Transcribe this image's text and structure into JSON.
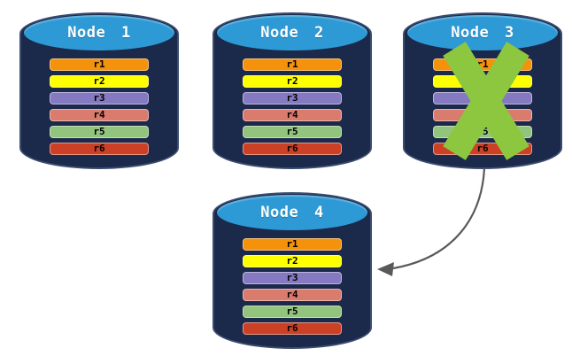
{
  "colors": {
    "cylinder_body": "#1B294B",
    "cylinder_outline": "#3A4C70",
    "cylinder_top": "#2E9AD5",
    "title_text": "#FFFFFF",
    "row_text": "#000000",
    "failure_x": "#8DC63F",
    "arrow": "#595959"
  },
  "nodes": [
    {
      "label": "Node 1",
      "failed": false,
      "rows": [
        {
          "label": "r1",
          "color": "#F5920B"
        },
        {
          "label": "r2",
          "color": "#FFFF00"
        },
        {
          "label": "r3",
          "color": "#8579C1"
        },
        {
          "label": "r4",
          "color": "#D97B6D"
        },
        {
          "label": "r5",
          "color": "#93C47D"
        },
        {
          "label": "r6",
          "color": "#CC4125"
        }
      ]
    },
    {
      "label": "Node 2",
      "failed": false,
      "rows": [
        {
          "label": "r1",
          "color": "#F5920B"
        },
        {
          "label": "r2",
          "color": "#FFFF00"
        },
        {
          "label": "r3",
          "color": "#8579C1"
        },
        {
          "label": "r4",
          "color": "#D97B6D"
        },
        {
          "label": "r5",
          "color": "#93C47D"
        },
        {
          "label": "r6",
          "color": "#CC4125"
        }
      ]
    },
    {
      "label": "Node 3",
      "failed": true,
      "rows": [
        {
          "label": "r1",
          "color": "#F5920B"
        },
        {
          "label": "r2",
          "color": "#FFFF00"
        },
        {
          "label": "r3",
          "color": "#8579C1"
        },
        {
          "label": "r4",
          "color": "#D97B6D"
        },
        {
          "label": "r5",
          "color": "#93C47D"
        },
        {
          "label": "r6",
          "color": "#CC4125"
        }
      ]
    },
    {
      "label": "Node 4",
      "failed": false,
      "rows": [
        {
          "label": "r1",
          "color": "#F5920B"
        },
        {
          "label": "r2",
          "color": "#FFFF00"
        },
        {
          "label": "r3",
          "color": "#8579C1"
        },
        {
          "label": "r4",
          "color": "#D97B6D"
        },
        {
          "label": "r5",
          "color": "#93C47D"
        },
        {
          "label": "r6",
          "color": "#CC4125"
        }
      ]
    }
  ],
  "failure_mark": {
    "node": "Node 3",
    "icon": "x-mark",
    "color": "#8DC63F"
  },
  "arrow": {
    "from": "Node 3",
    "to": "Node 4"
  }
}
